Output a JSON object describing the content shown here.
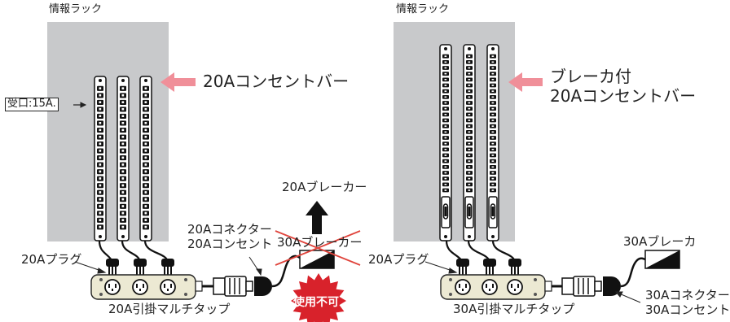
{
  "left": {
    "rack_label": "情報ラック",
    "bar_label": "20Aコンセントバー",
    "inlet_label": "受口:15A.",
    "plug_label": "20Aプラグ",
    "tap_label": "20A引掛マルチタップ",
    "connector_label_line1": "20Aコネクター",
    "connector_label_line2": "20Aコンセント",
    "breaker_crossed": "30Aブレーカー",
    "breaker_required": "20Aブレーカー",
    "warning_badge": "使用不可"
  },
  "right": {
    "rack_label": "情報ラック",
    "bar_label_line1": "ブレーカ付",
    "bar_label_line2": "20Aコンセントバー",
    "plug_label": "20Aプラグ",
    "tap_label": "30A引掛マルチタップ",
    "breaker_label": "30Aブレーカ",
    "connector_label_line1": "30Aコネクター",
    "connector_label_line2": "30Aコンセント"
  },
  "colors": {
    "rack": "#c8c9cb",
    "accent_arrow": "#f08f99",
    "cross": "#e0443c",
    "warning": "#d8222b",
    "tap": "#ece9d3"
  }
}
